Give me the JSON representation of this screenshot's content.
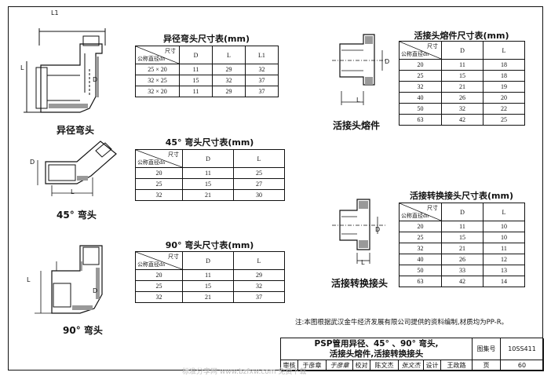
{
  "reducer_elbow": {
    "caption": "异径弯头",
    "title": "异径弯头尺寸表(mm)",
    "header_top": "尺寸",
    "header_bottom": "公称直径dn",
    "columns": [
      "D",
      "L",
      "L1"
    ],
    "rows": [
      [
        "25 × 20",
        "11",
        "29",
        "32"
      ],
      [
        "32 × 25",
        "15",
        "32",
        "37"
      ],
      [
        "32 × 20",
        "11",
        "29",
        "37"
      ]
    ],
    "dims": {
      "l1": "L1",
      "l": "L",
      "d": "D"
    }
  },
  "elbow45": {
    "caption": "45° 弯头",
    "title": "45° 弯头尺寸表(mm)",
    "header_top": "尺寸",
    "header_bottom": "公称直径dn",
    "columns": [
      "D",
      "L"
    ],
    "rows": [
      [
        "20",
        "11",
        "25"
      ],
      [
        "25",
        "15",
        "27"
      ],
      [
        "32",
        "21",
        "30"
      ]
    ],
    "dims": {
      "l": "L",
      "d": "D"
    }
  },
  "elbow90": {
    "caption": "90° 弯头",
    "title": "90° 弯头尺寸表(mm)",
    "header_top": "尺寸",
    "header_bottom": "公称直径dn",
    "columns": [
      "D",
      "L"
    ],
    "rows": [
      [
        "20",
        "11",
        "29"
      ],
      [
        "25",
        "15",
        "32"
      ],
      [
        "32",
        "21",
        "37"
      ]
    ],
    "dims": {
      "l": "L",
      "d": "D"
    }
  },
  "union_fusion": {
    "caption": "活接头熔件",
    "title": "活接头熔件尺寸表(mm)",
    "header_top": "尺寸",
    "header_bottom": "公称直径dn",
    "columns": [
      "D",
      "L"
    ],
    "rows": [
      [
        "20",
        "11",
        "18"
      ],
      [
        "25",
        "15",
        "18"
      ],
      [
        "32",
        "21",
        "19"
      ],
      [
        "40",
        "26",
        "20"
      ],
      [
        "50",
        "32",
        "22"
      ],
      [
        "63",
        "42",
        "25"
      ]
    ],
    "dims": {
      "l": "L",
      "d": "D"
    }
  },
  "union_adapter": {
    "caption": "活接转换接头",
    "title": "活接转换接头尺寸表(mm)",
    "header_top": "尺寸",
    "header_bottom": "公称直径dn",
    "columns": [
      "D",
      "L"
    ],
    "rows": [
      [
        "20",
        "11",
        "10"
      ],
      [
        "25",
        "15",
        "10"
      ],
      [
        "32",
        "21",
        "11"
      ],
      [
        "40",
        "26",
        "12"
      ],
      [
        "50",
        "33",
        "13"
      ],
      [
        "63",
        "42",
        "14"
      ]
    ],
    "dims": {
      "l": "L",
      "d": "D"
    }
  },
  "note": "注:本图根据武汉金牛经济发展有限公司提供的资料编制,材质均为PP-R。",
  "title_block": {
    "title_line1": "PSP管用异径、45° 、90° 弯头,",
    "title_line2": "活接头熔件,活接转换接头",
    "atlas_label": "图集号",
    "atlas_value": "10SS411",
    "review_label": "审核",
    "review_name": "于彦章",
    "check_label": "校对",
    "check_name": "陈文杰",
    "check_sign": "张文杰",
    "design_label": "设计",
    "design_name": "王政路",
    "page_label": "页",
    "page_value": "60"
  },
  "watermark": "标准分享网 www.bzfxw.com 免费下载"
}
